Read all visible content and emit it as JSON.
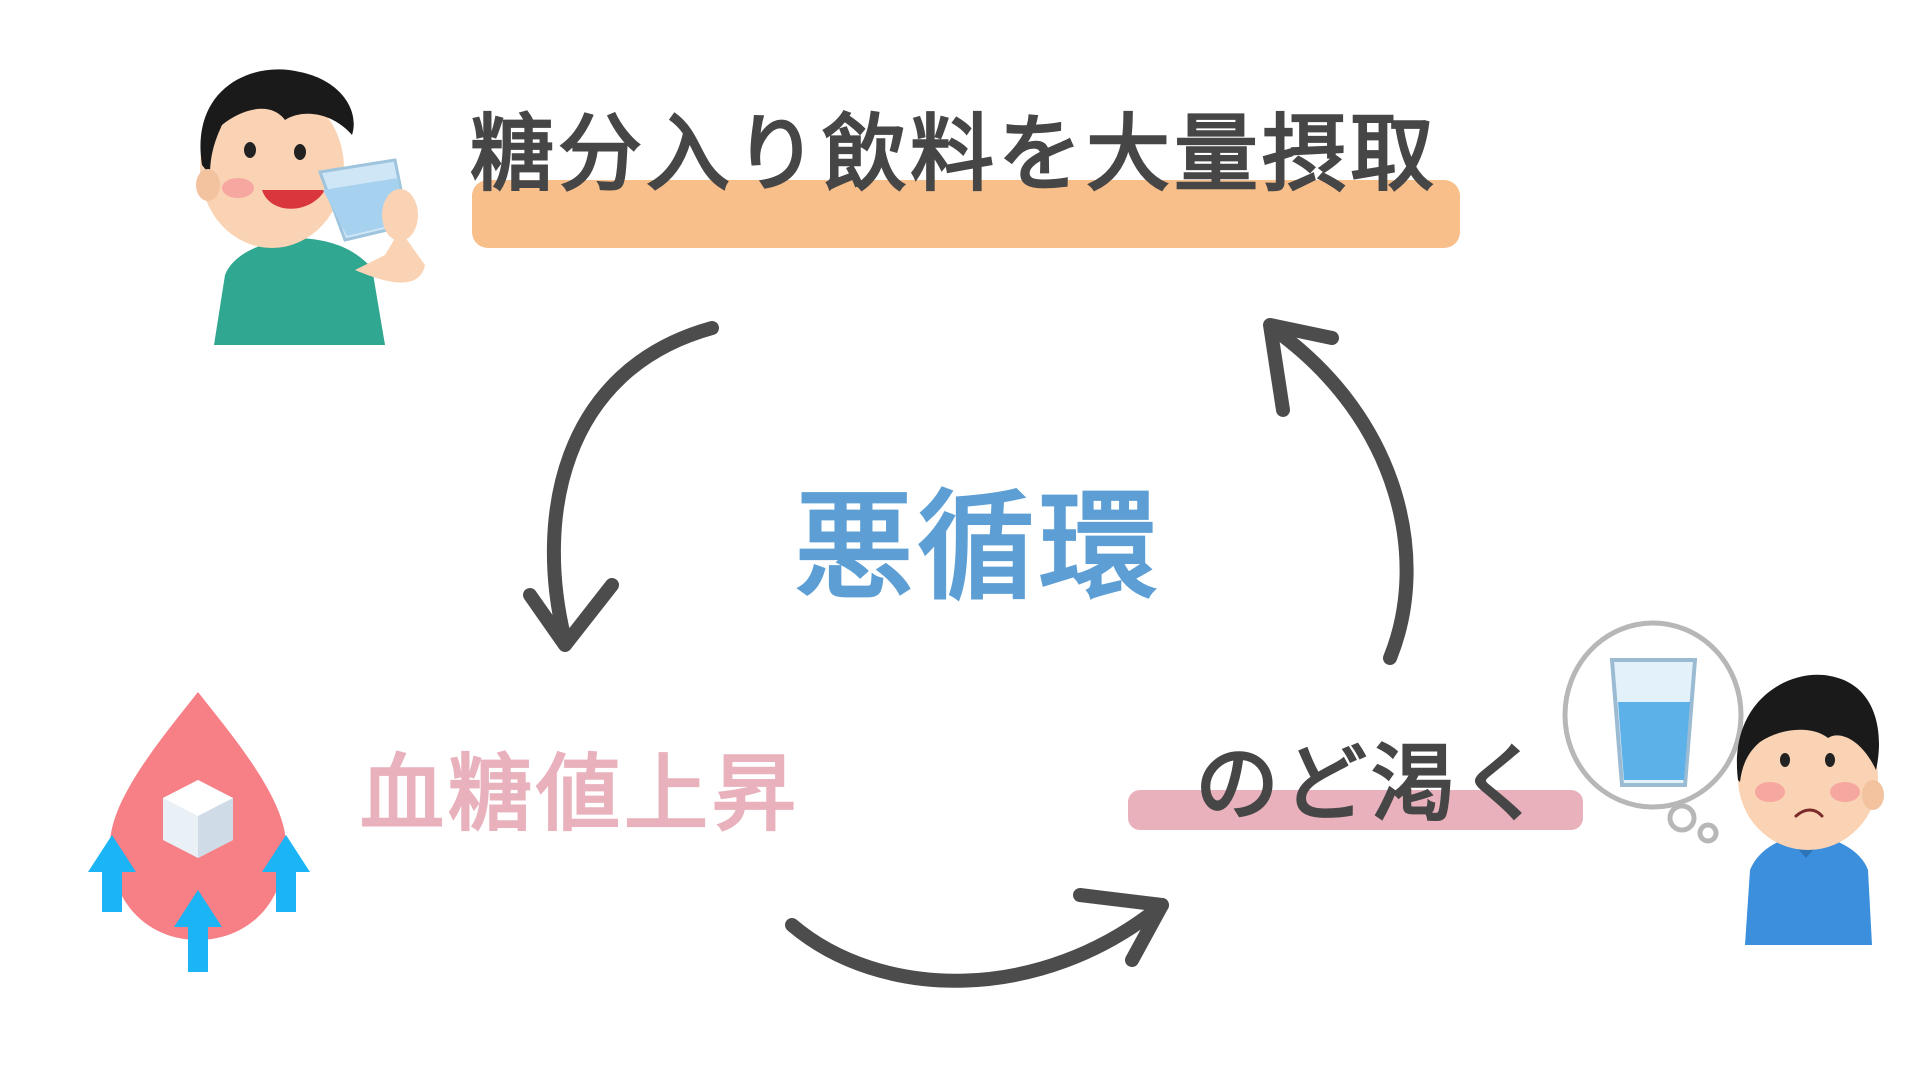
{
  "cycle": {
    "center_label": "悪循環",
    "steps": [
      {
        "id": "drink-sugar",
        "label": "糖分入り飲料を大量摂取"
      },
      {
        "id": "blood-sugar-rise",
        "label": "血糖値上昇"
      },
      {
        "id": "thirst",
        "label": "のど渇く"
      }
    ]
  },
  "colors": {
    "highlight_top": "#f8bf8b",
    "highlight_right": "#e8b1bc",
    "center_text": "#5d9fd4",
    "dark_text": "#464646",
    "pink_text": "#e8b1bc",
    "arrow": "#4c4c4c",
    "drop": "#f77f86",
    "up_arrow": "#1bb4f5"
  },
  "icons": {
    "boy_drinking": "boy-drinking-illustration",
    "blood_drop": "blood-drop-sugar-icon",
    "thirsty_boy": "thirsty-boy-illustration"
  }
}
